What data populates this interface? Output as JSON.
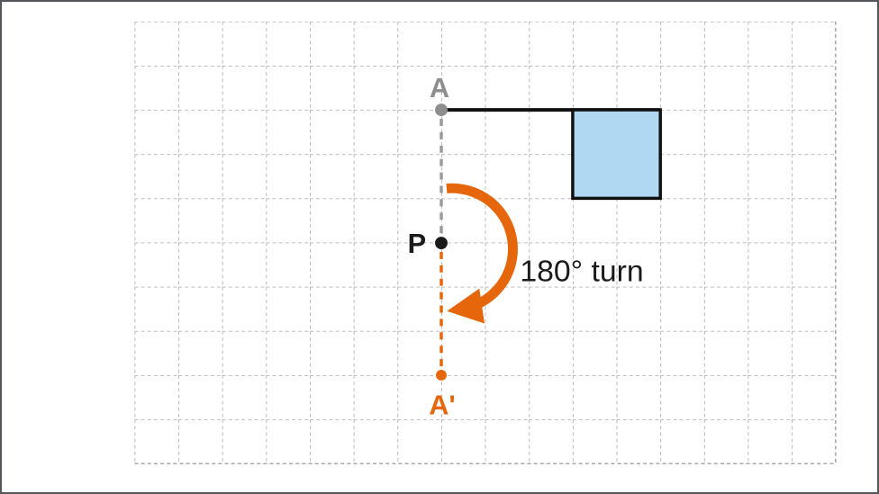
{
  "canvas": {
    "background": "#ffffff",
    "frame_color": "#55565a"
  },
  "grid": {
    "color": "#a8a8a8",
    "style": "dashed",
    "columns": 16,
    "rows": 10
  },
  "diagram": {
    "labels": {
      "point_a": "A",
      "point_p": "P",
      "point_a_prime": "A'",
      "rotation_text": "180° turn"
    },
    "colors": {
      "gray": "#8e8e8e",
      "gray_dash": "#9b9b9b",
      "black": "#1a1a1a",
      "orange": "#e5660b",
      "square_fill": "#b0d8f2",
      "square_stroke": "#111111"
    },
    "description": {
      "shape": "blue square attached to horizontal segment from point A",
      "transformation": "180 degree rotation about centre point P mapping A to A'"
    }
  }
}
